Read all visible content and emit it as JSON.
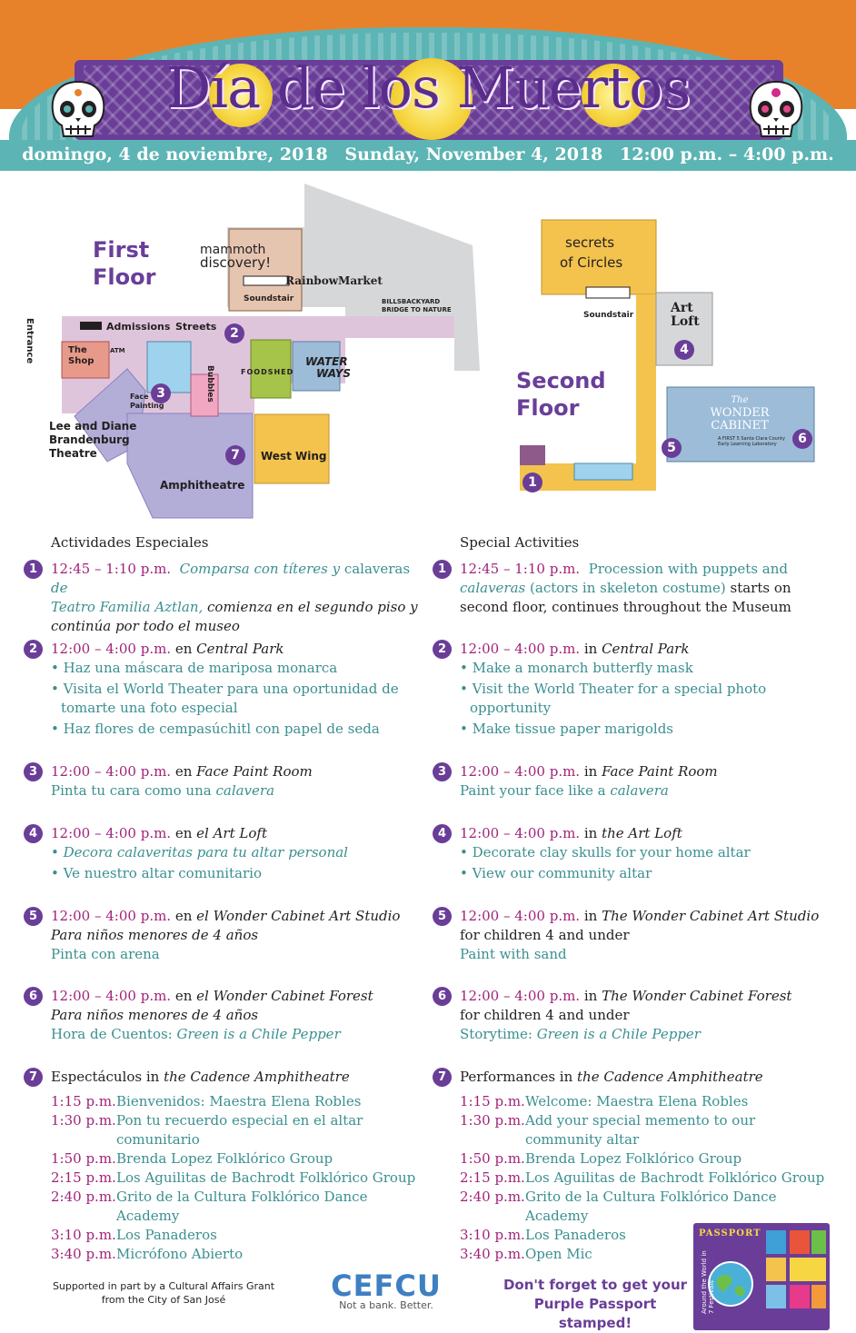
{
  "header": {
    "title": "Día de los Muertos",
    "date_es": "domingo, 4 de noviembre, 2018",
    "date_en": "Sunday, November 4, 2018",
    "time": "12:00 p.m. – 4:00 p.m."
  },
  "map": {
    "first_floor": [
      "First",
      "Floor"
    ],
    "second_floor": [
      "Second",
      "Floor"
    ],
    "labels": {
      "entrance": "Entrance",
      "admissions": "Admissions",
      "streets": "Streets",
      "the_shop": [
        "The",
        "Shop"
      ],
      "atm": "ATM",
      "face_painting": [
        "Face",
        "Painting"
      ],
      "bubbles": "Bubbles",
      "theatre": [
        "Lee and Diane",
        "Brandenburg",
        "Theatre"
      ],
      "amphitheatre": "Amphitheatre",
      "west_wing": "West Wing",
      "foodshed": "FOODSHED",
      "waterways": [
        "WATER",
        "WAYS"
      ],
      "mammoth": [
        "mammoth",
        "discovery!"
      ],
      "soundstair": "Soundstair",
      "rainbow_market": "RainbowMarket",
      "bills_backyard": [
        "BILLSBACKYARD",
        "BRIDGE TO NATURE"
      ],
      "secrets": [
        "secrets",
        "of Circles"
      ],
      "soundstair2": "Soundstair",
      "art_loft": [
        "Art",
        "Loft"
      ],
      "wonder_cabinet": [
        "The",
        "WONDER",
        "CABINET"
      ],
      "wonder_cabinet_sub": [
        "A FIRST 5 Santa Clara County",
        "Early Learning Laboratory"
      ]
    },
    "badges": [
      "1",
      "2",
      "3",
      "4",
      "5",
      "6",
      "7"
    ]
  },
  "activities_es": {
    "heading": "Actividades Especiales",
    "a1": {
      "num": "1",
      "time": "12:45 – 1:10 p.m.",
      "t1": "Comparsa con títeres y",
      "t2": " calaveras ",
      "t3": "de",
      "t4": "Teatro Familia Aztlan,",
      "t5": " comienza en el segundo piso y",
      "t6": "continúa por todo el museo"
    },
    "a2": {
      "num": "2",
      "time": "12:00 – 4:00 p.m.",
      "loc_pre": " en ",
      "loc": "Central Park",
      "items": [
        "• Haz una máscara de mariposa monarca",
        "• Visita el World Theater para una oportunidad de",
        "tomarte una foto especial",
        "• Haz flores de cempasúchitl con papel de seda"
      ]
    },
    "a3": {
      "num": "3",
      "time": "12:00 – 4:00 p.m.",
      "loc_pre": " en ",
      "loc": "Face Paint Room",
      "line_pre": "Pinta tu cara como una ",
      "line_it": "calavera"
    },
    "a4": {
      "num": "4",
      "time": "12:00 – 4:00 p.m.",
      "loc_pre": " en ",
      "loc": "el Art Loft",
      "items": [
        "• Decora calaveritas para tu altar personal",
        "• Ve nuestro altar comunitario"
      ]
    },
    "a5": {
      "num": "5",
      "time": "12:00 – 4:00 p.m.",
      "loc_pre": " en ",
      "loc": "el Wonder Cabinet Art Studio",
      "note": "Para niños menores de 4 años",
      "line": "Pinta con arena"
    },
    "a6": {
      "num": "6",
      "time": "12:00 – 4:00 p.m.",
      "loc_pre": " en ",
      "loc": "el Wonder Cabinet Forest",
      "note": "Para niños menores de 4 años",
      "line_pre": "Hora de Cuentos: ",
      "line_it": "Green is a Chile Pepper"
    },
    "a7": {
      "num": "7",
      "head_pre": "Espectáculos in ",
      "head_it": "the Cadence Amphitheatre",
      "schedule": [
        {
          "t": "1:15 p.m.",
          "v": "Bienvenidos: Maestra Elena Robles"
        },
        {
          "t": "1:30 p.m.",
          "v": "Pon tu recuerdo especial en el altar comunitario"
        },
        {
          "t": "1:50 p.m.",
          "v": "Brenda Lopez Folklórico Group"
        },
        {
          "t": "2:15 p.m.",
          "v": "Los Aguilitas de Bachrodt Folklórico Group"
        },
        {
          "t": "2:40 p.m.",
          "v": "Grito de la Cultura Folklórico Dance Academy"
        },
        {
          "t": "3:10 p.m.",
          "v": "Los Panaderos"
        },
        {
          "t": "3:40 p.m.",
          "v": "Micrófono Abierto"
        }
      ]
    }
  },
  "activities_en": {
    "heading": "Special Activities",
    "a1": {
      "num": "1",
      "time": "12:45 – 1:10 p.m.",
      "t1": "Procession with puppets and",
      "t2": "calaveras",
      "t3": " (actors in skeleton costume)",
      "t4": " starts on",
      "t5": "second floor, continues throughout the Museum"
    },
    "a2": {
      "num": "2",
      "time": "12:00 – 4:00 p.m.",
      "loc_pre": " in ",
      "loc": "Central Park",
      "items": [
        "• Make a monarch butterfly mask",
        "• Visit the World Theater for a special photo",
        "opportunity",
        "• Make tissue paper marigolds"
      ]
    },
    "a3": {
      "num": "3",
      "time": "12:00 – 4:00 p.m.",
      "loc_pre": " in ",
      "loc": "Face Paint Room",
      "line_pre": "Paint your face like a ",
      "line_it": "calavera"
    },
    "a4": {
      "num": "4",
      "time": "12:00 – 4:00 p.m.",
      "loc_pre": " in ",
      "loc": "the Art Loft",
      "items": [
        "• Decorate clay skulls for your home altar",
        "• View our community altar"
      ]
    },
    "a5": {
      "num": "5",
      "time": "12:00 – 4:00 p.m.",
      "loc_pre": " in ",
      "loc": "The Wonder Cabinet Art Studio",
      "note": "for children 4 and under",
      "line": "Paint with sand"
    },
    "a6": {
      "num": "6",
      "time": "12:00 – 4:00 p.m.",
      "loc_pre": " in ",
      "loc": "The Wonder Cabinet Forest",
      "note": "for children 4 and under",
      "line_pre": "Storytime: ",
      "line_it": "Green is a Chile Pepper"
    },
    "a7": {
      "num": "7",
      "head_pre": "Performances in ",
      "head_it": "the Cadence Amphitheatre",
      "schedule": [
        {
          "t": "1:15 p.m.",
          "v": "Welcome: Maestra Elena Robles"
        },
        {
          "t": "1:30 p.m.",
          "v": "Add your special memento to our"
        },
        {
          "t": "",
          "v": "community altar"
        },
        {
          "t": "1:50 p.m.",
          "v": "Brenda Lopez Folklórico Group"
        },
        {
          "t": "2:15 p.m.",
          "v": "Los Aguilitas de Bachrodt Folklórico Group"
        },
        {
          "t": "2:40 p.m.",
          "v": "Grito de la Cultura Folklórico Dance Academy"
        },
        {
          "t": "3:10 p.m.",
          "v": "Los Panaderos"
        },
        {
          "t": "3:40 p.m.",
          "v": "Open Mic"
        }
      ]
    }
  },
  "footer": {
    "support": [
      "Supported in part by a Cultural Affairs Grant",
      "from the City of San José"
    ],
    "cefcu": "CEFCU",
    "cefcu_tag": "Not a bank. Better.",
    "reminder": [
      "Don't forget to get your",
      "Purple Passport stamped!"
    ],
    "passport_title": "PASSPORT",
    "passport_sub": "Around the World in 7 Festivals"
  },
  "colors": {
    "purple": "#6a3e98",
    "teal": "#5db4b4",
    "orange": "#e8822a",
    "magenta": "#a12378",
    "text_teal": "#3b8f8f"
  }
}
